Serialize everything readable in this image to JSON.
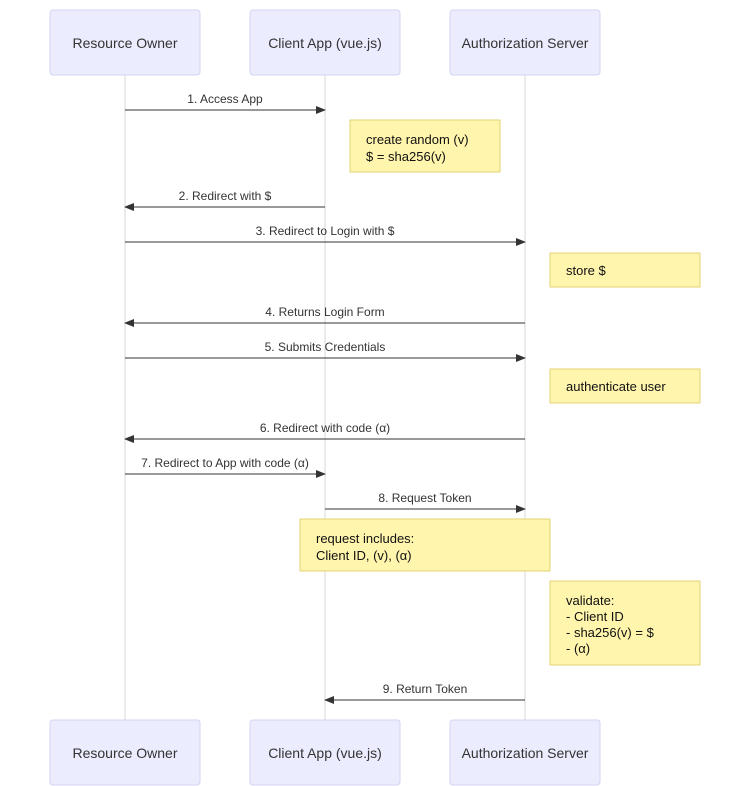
{
  "diagram": {
    "actors": [
      {
        "id": "owner",
        "label": "Resource Owner"
      },
      {
        "id": "client",
        "label": "Client App (vue.js)"
      },
      {
        "id": "auth",
        "label": "Authorization Server"
      }
    ],
    "messages": [
      {
        "from": "owner",
        "to": "client",
        "label": "1. Access App"
      },
      {
        "from": "client",
        "to": "owner",
        "label": "2. Redirect with $"
      },
      {
        "from": "owner",
        "to": "auth",
        "label": "3. Redirect to Login with $"
      },
      {
        "from": "auth",
        "to": "owner",
        "label": "4. Returns Login Form"
      },
      {
        "from": "owner",
        "to": "auth",
        "label": "5. Submits Credentials"
      },
      {
        "from": "auth",
        "to": "owner",
        "label": "6. Redirect with code (α)"
      },
      {
        "from": "owner",
        "to": "client",
        "label": "7. Redirect to App with code (α)"
      },
      {
        "from": "client",
        "to": "auth",
        "label": "8. Request Token"
      },
      {
        "from": "auth",
        "to": "client",
        "label": "9. Return Token"
      }
    ],
    "notes": [
      {
        "over": "client",
        "lines": [
          "create random (v)",
          "$ = sha256(v)"
        ]
      },
      {
        "over": "auth",
        "lines": [
          "store $"
        ]
      },
      {
        "over": "auth",
        "lines": [
          "authenticate user"
        ]
      },
      {
        "over": "client-auth",
        "lines": [
          "request includes:",
          "Client ID, (v), (α)"
        ]
      },
      {
        "over": "auth",
        "lines": [
          "validate:",
          "- Client ID",
          "- sha256(v) = $",
          "- (α)"
        ]
      }
    ]
  }
}
